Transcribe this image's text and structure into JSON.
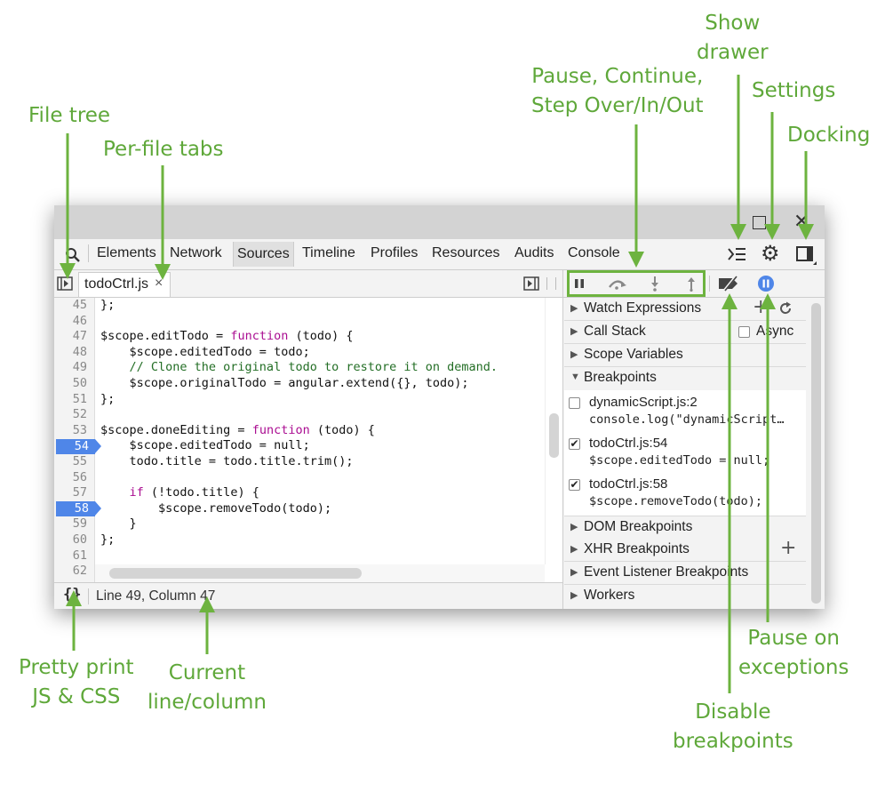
{
  "annotations": {
    "file_tree": "File tree",
    "per_file_tabs": "Per-file tabs",
    "pause_controls": [
      "Pause, Continue,",
      "Step Over/In/Out"
    ],
    "show_drawer": [
      "Show",
      "drawer"
    ],
    "settings": "Settings",
    "docking": "Docking",
    "pretty_print": [
      "Pretty print",
      "JS & CSS"
    ],
    "current_line_column": [
      "Current",
      "line/column"
    ],
    "pause_on_exceptions": [
      "Pause on",
      "exceptions"
    ],
    "disable_breakpoints": [
      "Disable",
      "breakpoints"
    ]
  },
  "toolbar": {
    "tabs": [
      "Elements",
      "Network",
      "Sources",
      "Timeline",
      "Profiles",
      "Resources",
      "Audits",
      "Console"
    ],
    "active_tab": "Sources"
  },
  "editor": {
    "open_file": "todoCtrl.js",
    "close_glyph": "×",
    "line_numbers": [
      "45",
      "46",
      "47",
      "48",
      "49",
      "50",
      "51",
      "52",
      "53",
      "54",
      "55",
      "56",
      "57",
      "58",
      "59",
      "60",
      "61",
      "62"
    ],
    "breakpoint_lines": [
      "54",
      "58"
    ],
    "code_lines": [
      "};",
      "",
      "$scope.editTodo = function (todo) {",
      "    $scope.editedTodo = todo;",
      "    // Clone the original todo to restore it on demand.",
      "    $scope.originalTodo = angular.extend({}, todo);",
      "};",
      "",
      "$scope.doneEditing = function (todo) {",
      "    $scope.editedTodo = null;",
      "    todo.title = todo.title.trim();",
      "",
      "    if (!todo.title) {",
      "        $scope.removeTodo(todo);",
      "    }",
      "};",
      "",
      ""
    ],
    "keyword": "function",
    "keyword_if": "if",
    "status": "Line 49, Column 47",
    "pretty_print_glyph": "{}"
  },
  "sidebar": {
    "sections": {
      "watch": "Watch Expressions",
      "call_stack": "Call Stack",
      "async": "Async",
      "scope": "Scope Variables",
      "breakpoints": "Breakpoints",
      "dom": "DOM Breakpoints",
      "xhr": "XHR Breakpoints",
      "event": "Event Listener Breakpoints",
      "workers": "Workers"
    },
    "breakpoints": [
      {
        "file": "dynamicScript.js:2",
        "code": "console.log(\"dynamicScript…",
        "checked": false
      },
      {
        "file": "todoCtrl.js:54",
        "code": "$scope.editedTodo = null;",
        "checked": true
      },
      {
        "file": "todoCtrl.js:58",
        "code": "$scope.removeTodo(todo);",
        "checked": true
      }
    ]
  },
  "colors": {
    "annotation": "#5fa83a",
    "keyword": "#aa0d91",
    "comment": "#236e25",
    "breakpoint": "#4f86e8",
    "pause_exceptions": "#4f86e8"
  }
}
